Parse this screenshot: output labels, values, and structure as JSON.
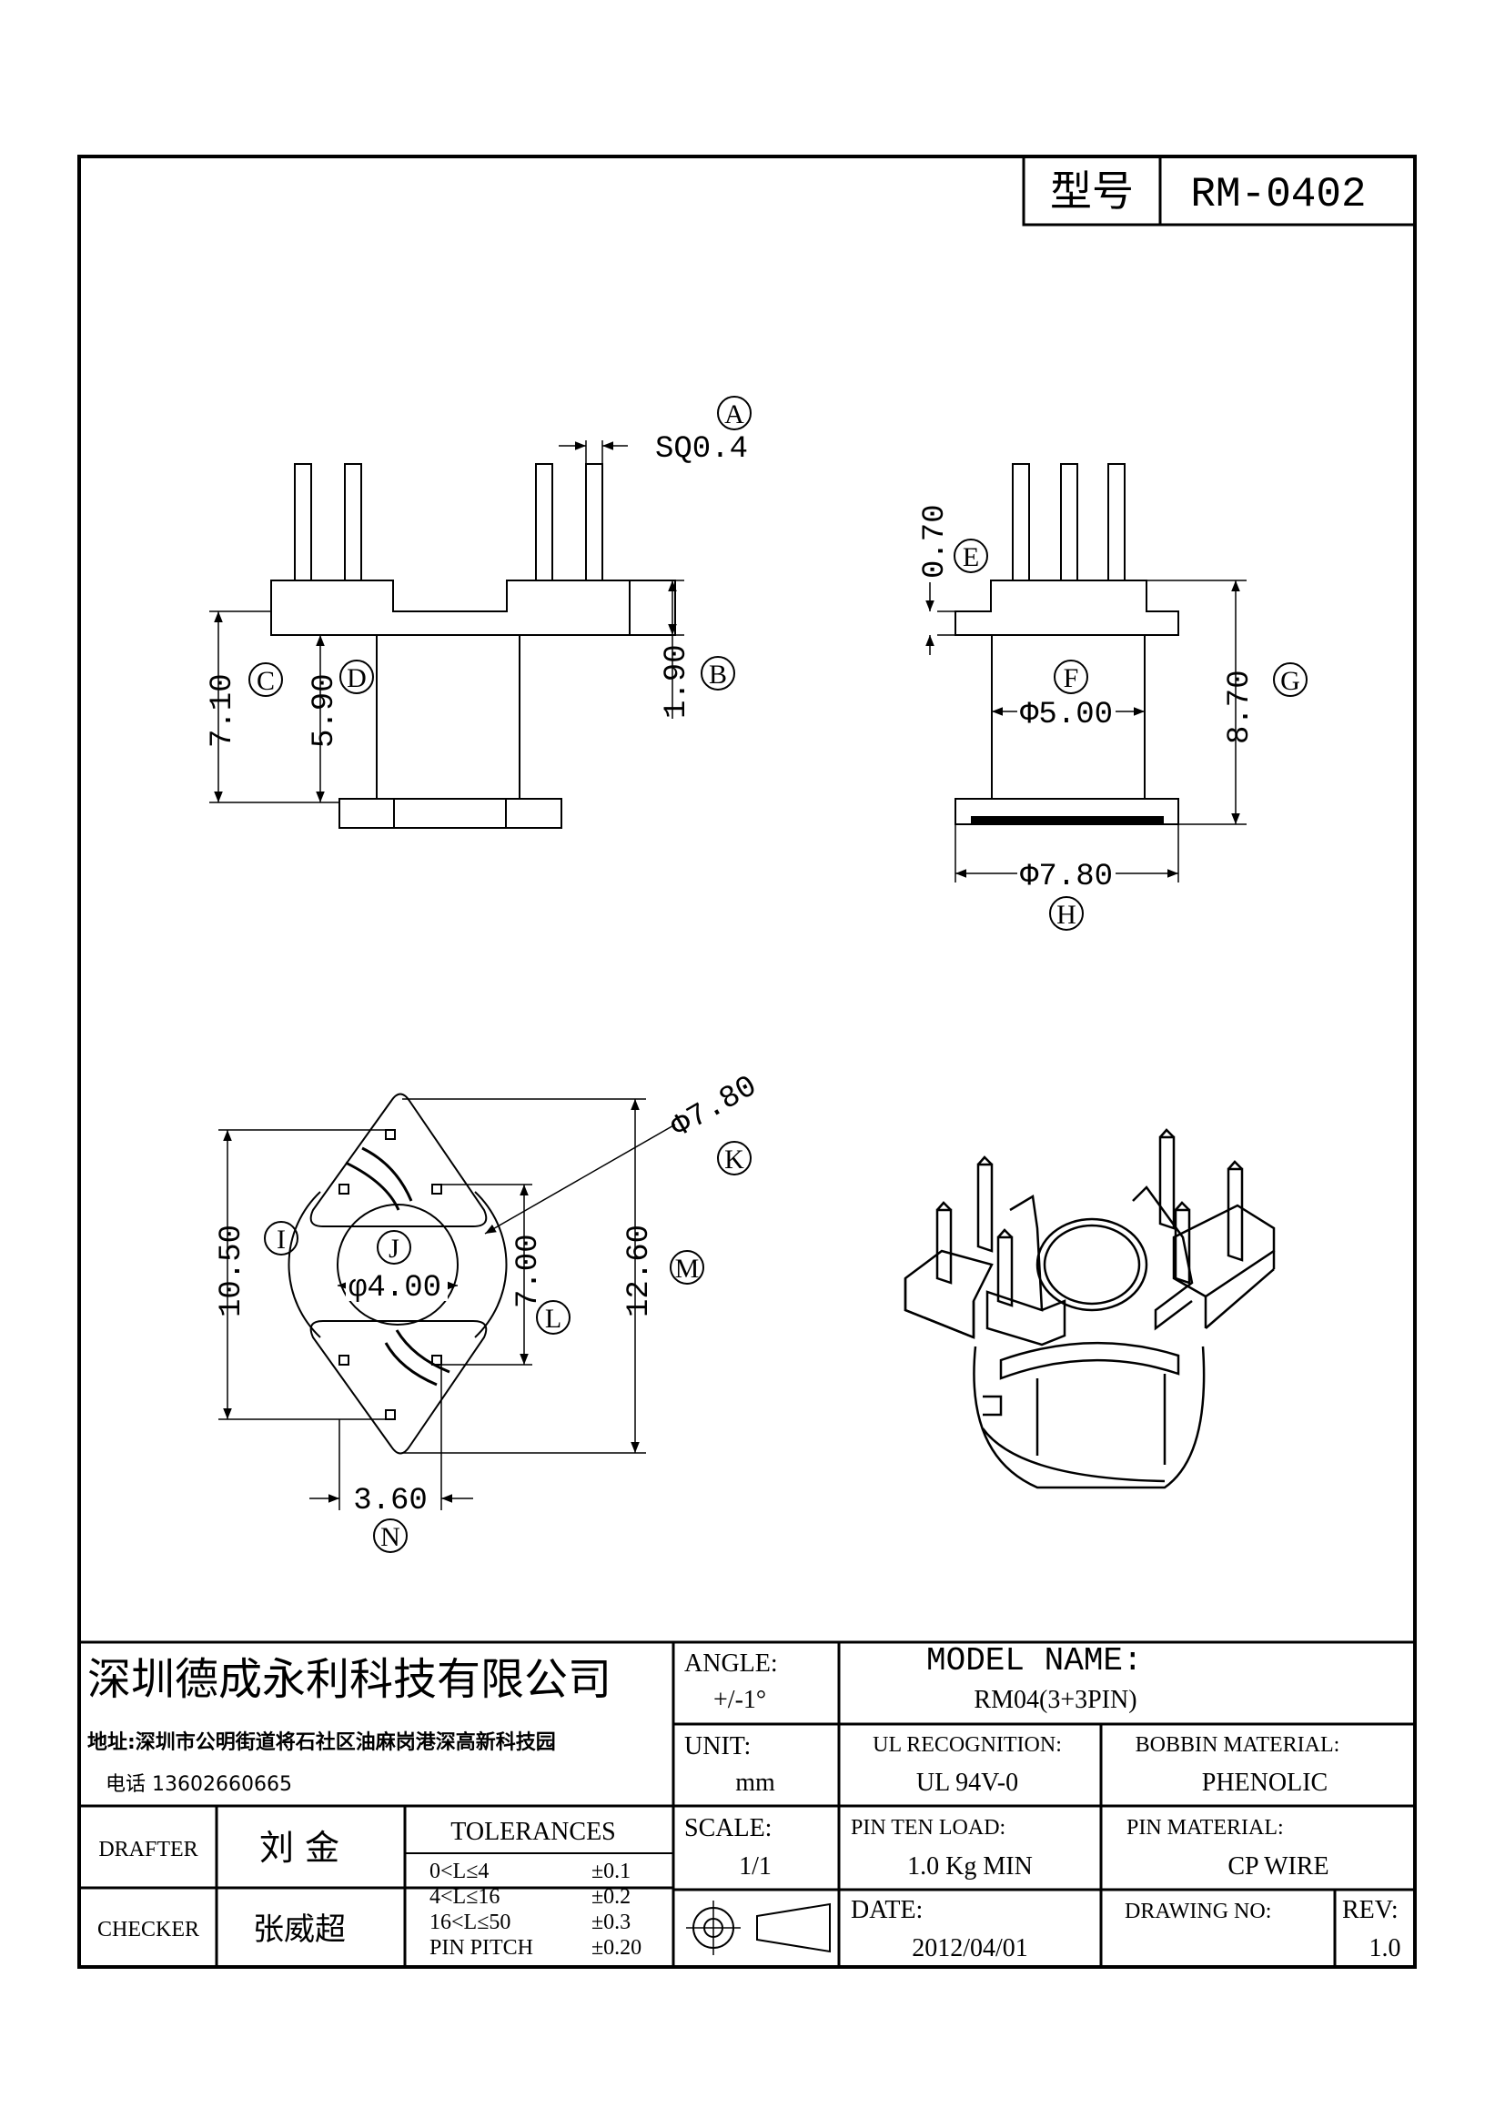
{
  "header": {
    "model_label": "型号",
    "model_value": "RM-0402"
  },
  "callouts": {
    "A": "A",
    "B": "B",
    "C": "C",
    "D": "D",
    "E": "E",
    "F": "F",
    "G": "G",
    "H": "H",
    "I": "I",
    "J": "J",
    "K": "K",
    "L": "L",
    "M": "M",
    "N": "N"
  },
  "dimensions": {
    "sq": "SQ0.4",
    "c": "7.10",
    "d": "5.90",
    "b": "1.90",
    "e": "0.70",
    "f": "Φ5.00",
    "g": "8.70",
    "h": "Φ7.80",
    "k": "Φ7.80",
    "i": "10.50",
    "j": "φ4.00",
    "l": "7.00",
    "m": "12.60",
    "n": "3.60"
  },
  "title_block": {
    "company": "深圳德成永利科技有限公司",
    "address": "地址:深圳市公明街道将石社区油麻岗港深高新科技园",
    "phone": "电话 13602660665",
    "angle_label": "ANGLE:",
    "angle_value": "+/-1°",
    "model_name_label": "MODEL NAME:",
    "model_name_value": "RM04(3+3PIN)",
    "unit_label": "UNIT:",
    "unit_value": "mm",
    "ul_label": "UL RECOGNITION:",
    "ul_value": "UL 94V-0",
    "bobbin_label": "BOBBIN MATERIAL:",
    "bobbin_value": "PHENOLIC",
    "drafter_label": "DRAFTER",
    "drafter_value": "刘 金",
    "checker_label": "CHECKER",
    "checker_value": "张威超",
    "tolerances_label": "TOLERANCES",
    "tolerances": [
      {
        "range": "0<L≤4",
        "value": "±0.1"
      },
      {
        "range": "4<L≤16",
        "value": "±0.2"
      },
      {
        "range": "16<L≤50",
        "value": "±0.3"
      },
      {
        "range": "PIN PITCH",
        "value": "±0.20"
      }
    ],
    "scale_label": "SCALE:",
    "scale_value": "1/1",
    "pin_load_label": "PIN TEN LOAD:",
    "pin_load_value": "1.0 Kg MIN",
    "pin_material_label": "PIN MATERIAL:",
    "pin_material_value": "CP WIRE",
    "date_label": "DATE:",
    "date_value": "2012/04/01",
    "drawing_no_label": "DRAWING NO:",
    "drawing_no_value": "",
    "rev_label": "REV:",
    "rev_value": "1.0"
  }
}
